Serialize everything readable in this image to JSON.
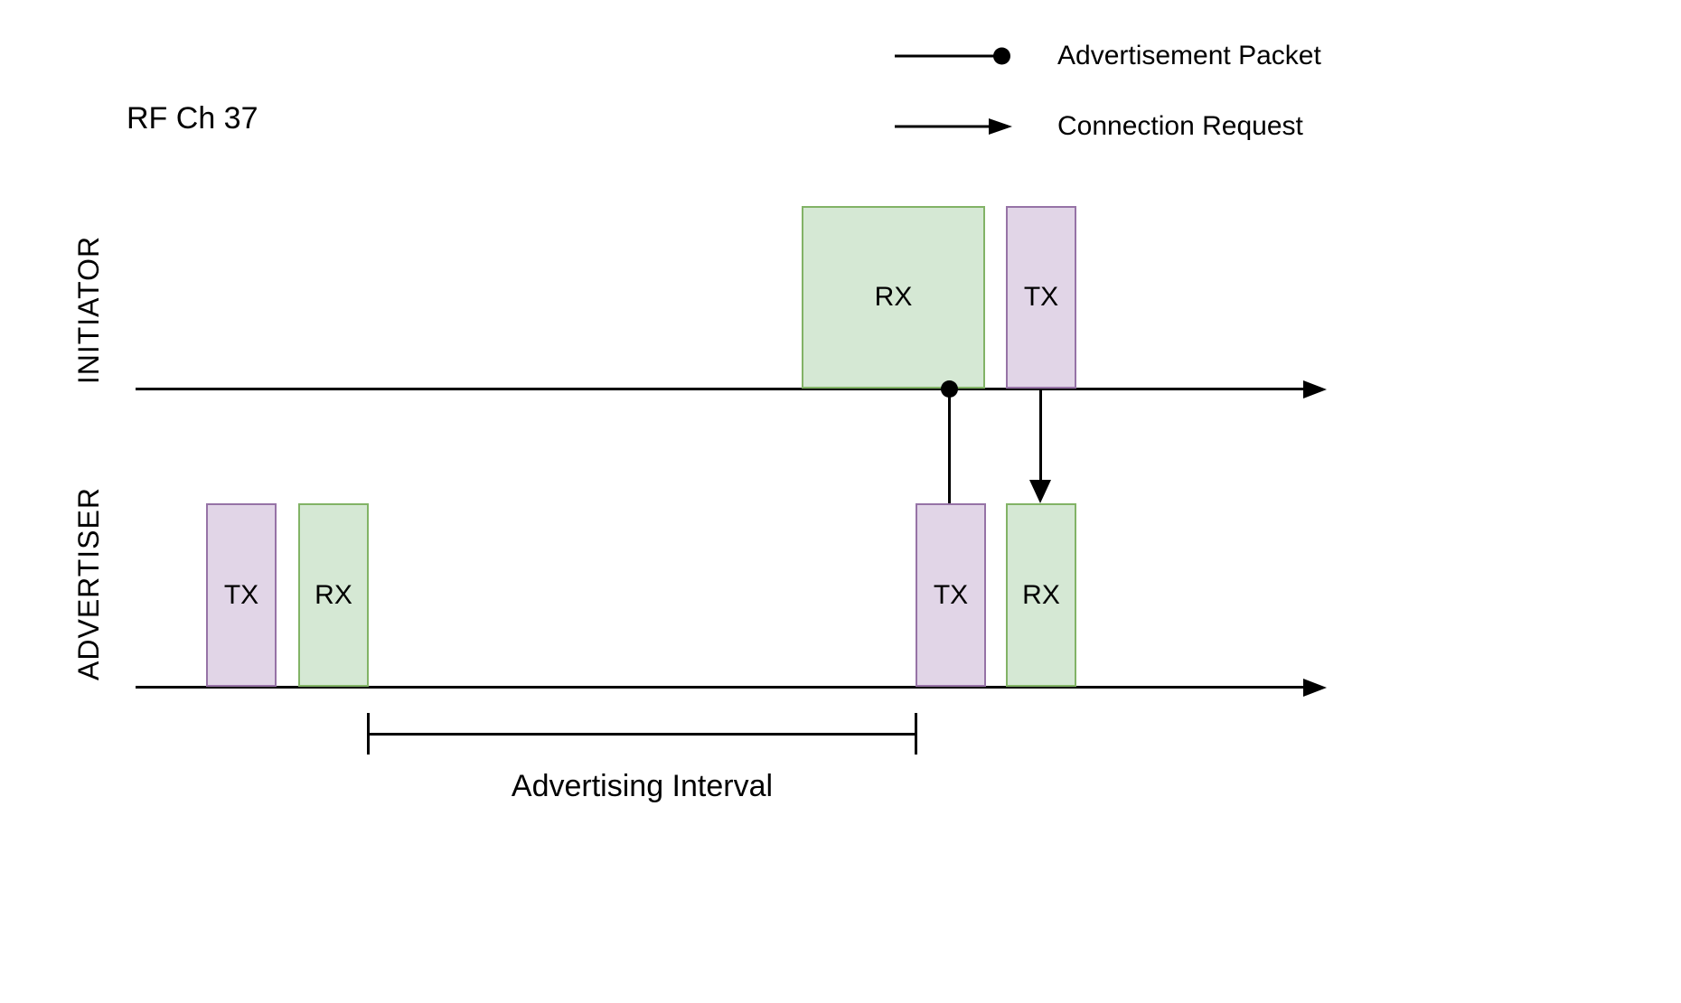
{
  "title": "RF Ch 37",
  "legend": {
    "advertisement_packet": "Advertisement Packet",
    "connection_request": "Connection Request"
  },
  "lanes": {
    "initiator": "INITIATOR",
    "advertiser": "ADVERTISER"
  },
  "boxes": {
    "initiator_rx": "RX",
    "initiator_tx": "TX",
    "advertiser_tx1": "TX",
    "advertiser_rx1": "RX",
    "advertiser_tx2": "TX",
    "advertiser_rx2": "RX"
  },
  "interval": {
    "label": "Advertising Interval"
  },
  "colors": {
    "purple_fill": "#e1d5e7",
    "purple_border": "#9673a6",
    "green_fill": "#d5e8d4",
    "green_border": "#82b366",
    "line_color": "#000000"
  }
}
